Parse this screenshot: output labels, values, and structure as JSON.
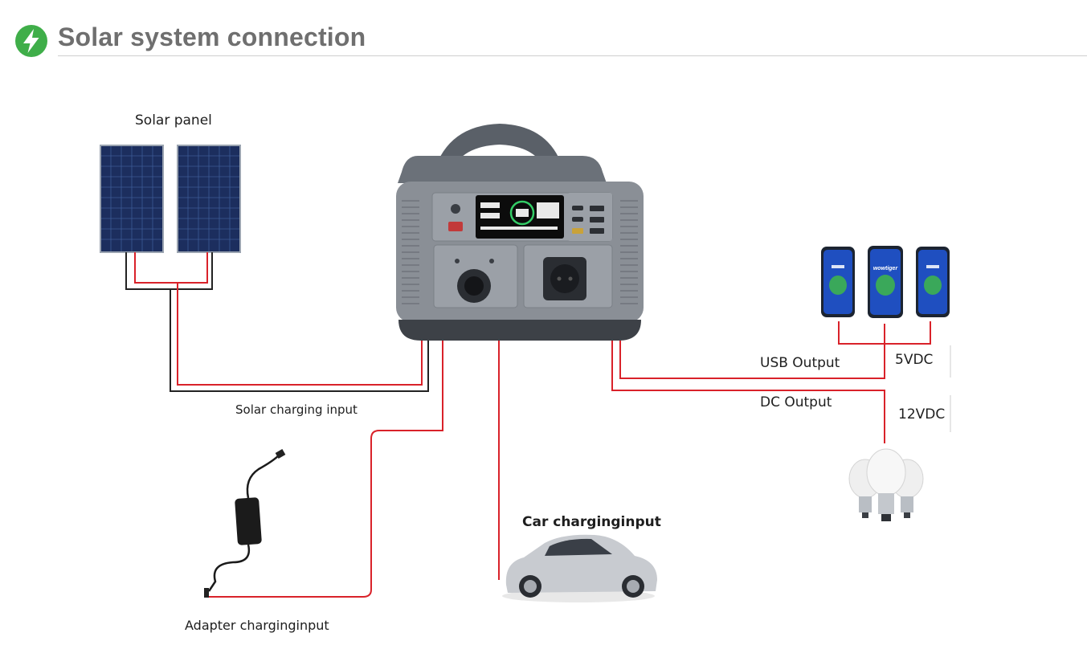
{
  "header": {
    "title": "Solar system connection",
    "icon": "lightning-bolt-icon",
    "icon_color": "#3fae49"
  },
  "labels": {
    "solar_panel": "Solar panel",
    "solar_charging_input": "Solar charging input",
    "adapter_charging_input": "Adapter charginginput",
    "car_charging_input": "Car charginginput",
    "usb_output": "USB Output",
    "usb_voltage": "5VDC",
    "dc_output": "DC Output",
    "dc_voltage": "12VDC"
  },
  "phone_screen": {
    "brand": "wowtiger"
  },
  "colors": {
    "cable_red": "#d9222a",
    "cable_black": "#222222",
    "panel_blue": "#1c2e5e",
    "station_grey": "#8a8f96"
  }
}
